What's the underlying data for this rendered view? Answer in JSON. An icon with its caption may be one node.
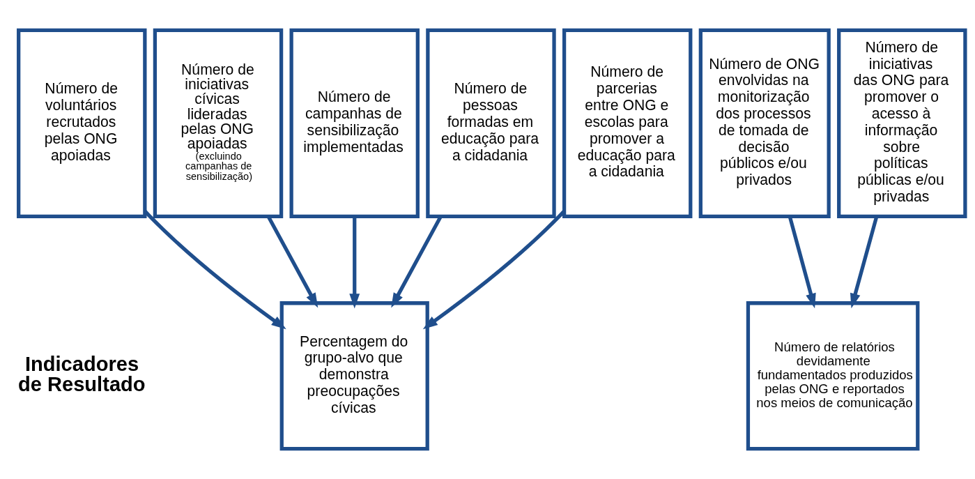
{
  "diagram": {
    "nodes": [
      {
        "text": [
          "Número de voluntários recrutados pelas ONG apoiadas"
        ]
      },
      {
        "text": [
          "Número de iniciativas cívicas lideradas pelas ONG apoiadas",
          "(excluindo campanhas de sensibilização)"
        ]
      },
      {
        "text": [
          "Número de campanhas de sensibilização implementadas"
        ]
      },
      {
        "text": [
          "Número de pessoas formadas em educação para a cidadania"
        ]
      },
      {
        "text": [
          "Número de parcerias entre ONG e escolas para promover a educação para a cidadania"
        ]
      },
      {
        "text": [
          "Número de ONG envolvidas na monitorização dos processos de tomada de decisão públicos e/ou privados"
        ]
      },
      {
        "text": [
          "Número de iniciativas das ONG para promover o acesso à informação sobre políticas públicas e/ou privadas"
        ]
      },
      {
        "text": [
          "Percentagem do grupo-alvo que demonstra preocupações cívicas"
        ]
      },
      {
        "text": [
          "Número de relatórios devidamente fundamentados produzidos pelas ONG e reportados nos meios de comunicação"
        ]
      }
    ],
    "edges": [
      {
        "from": 0,
        "to": 7,
        "arrow": "to"
      },
      {
        "from": 1,
        "to": 7,
        "arrow": "to"
      },
      {
        "from": 2,
        "to": 7,
        "arrow": "to"
      },
      {
        "from": 3,
        "to": 7,
        "arrow": "to"
      },
      {
        "from": 4,
        "to": 7,
        "arrow": "to"
      },
      {
        "from": 5,
        "to": 8,
        "arrow": "to"
      },
      {
        "from": 6,
        "to": 8,
        "arrow": "to"
      }
    ],
    "labels": [
      "Indicadores de Resultado"
    ]
  }
}
